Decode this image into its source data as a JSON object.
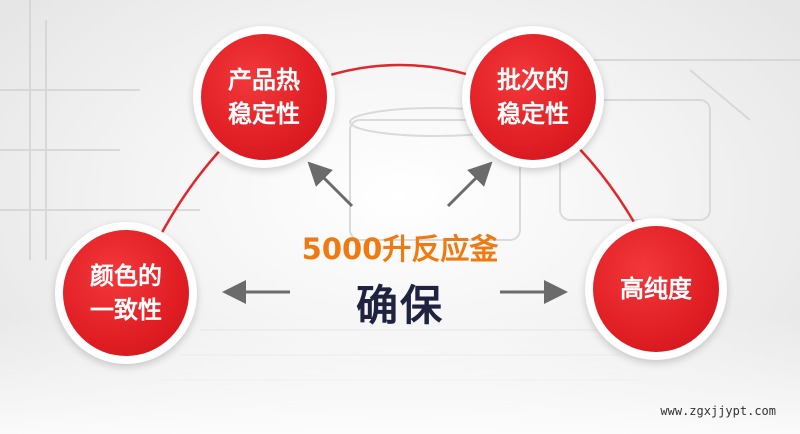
{
  "center": {
    "headline": "5000升反应釜",
    "subline": "确保"
  },
  "features": [
    {
      "line1": "产品热",
      "line2": "稳定性"
    },
    {
      "line1": "批次的",
      "line2": "稳定性"
    },
    {
      "line1": "颜色的",
      "line2": "一致性"
    },
    {
      "line1": "高纯度",
      "line2": ""
    }
  ],
  "watermark": "www.zgxjjypt.com",
  "colors": {
    "circle_red": "#e01e24",
    "arc_red": "#e3262b",
    "headline_orange": "#ef7a12",
    "subline_navy": "#1f2340",
    "arrow_gray": "#6b6b6b"
  }
}
